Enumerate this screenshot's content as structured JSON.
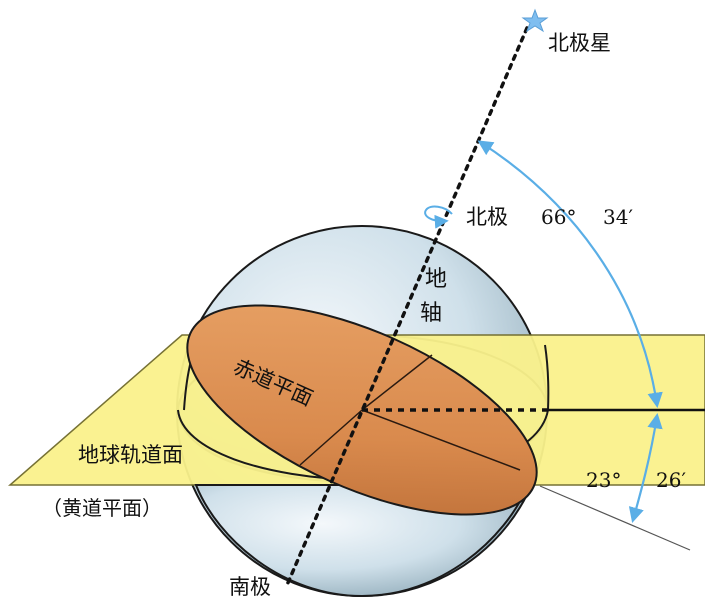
{
  "labels": {
    "north_star": "北极星",
    "north_pole": "北极",
    "angle_upper_deg": "66°",
    "angle_upper_min": "34′",
    "earth_axis_1": "地",
    "earth_axis_2": "轴",
    "equator_plane": "赤道平面",
    "orbit_plane": "地球轨道面",
    "ecliptic_plane": "（黄道平面）",
    "angle_lower_deg": "23°",
    "angle_lower_min": "26′",
    "south_pole": "南极"
  },
  "colors": {
    "sphere_light": "#f4f8fb",
    "sphere_mid": "#cfe0ea",
    "sphere_dark": "#8faab8",
    "orbit_plane": "#faf28c",
    "equator_light": "#e39a5c",
    "equator_dark": "#b86a34",
    "angle_arc": "#5aaee6",
    "star": "#7fbef0",
    "axis": "#111111"
  }
}
